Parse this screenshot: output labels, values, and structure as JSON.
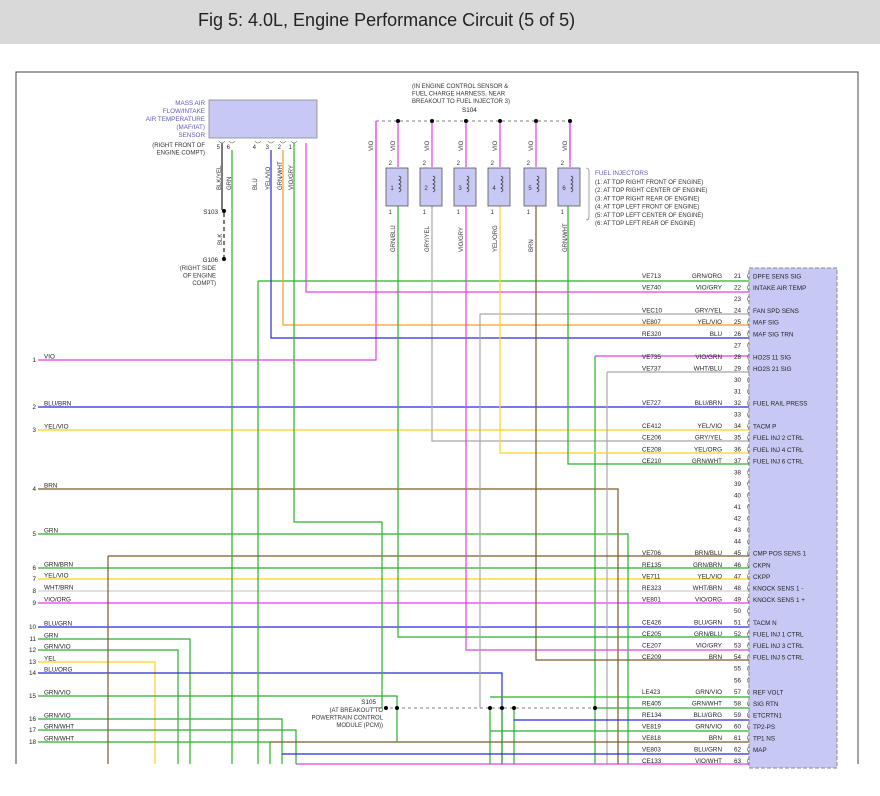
{
  "header": {
    "title": "Fig 5: 4.0L, Engine Performance Circuit (5 of 5)"
  },
  "colors": {
    "pcm_fill": "#c8c8f4",
    "title_bar_bg": "#d9d9d9",
    "VIO": "#e23ee6",
    "BLU": "#2a2ad6",
    "YEL": "#ffd020",
    "BRN": "#7a5a2c",
    "GRN": "#2cae2c",
    "GRY": "#a8a8a8",
    "ORG": "#ff9a1a",
    "WHT": "#cfcfcf",
    "BLK": "#222222"
  },
  "maf_sensor": {
    "name": "MASS AIR\nFLOW/INTAKE\nAIR TEMPERATURE\n(MAF/IAT)\nSENSOR",
    "location": "(RIGHT FRONT OF\nENGINE COMPT)",
    "pins": [
      "5",
      "6",
      "4",
      "3",
      "2",
      "1"
    ],
    "wires": [
      "BLK/YEL",
      "GRN",
      "BLU",
      "YEL/VIO",
      "GRN/WHT",
      "VIO/GRY"
    ]
  },
  "splices": {
    "s103": "S103",
    "s104": "S104",
    "s105": "S105",
    "s104_note": "(IN ENGINE CONTROL SENSOR &\nFUEL CHARGE HARNESS, NEAR\nBREAKOUT TO FUEL INJECTOR 3)",
    "s105_note": "(AT BREAKOUT TO\nPOWERTRAIN CONTROL\nMODULE (PCM))"
  },
  "ground": {
    "label": "G106",
    "wire": "BLK",
    "location": "(RIGHT SIDE\nOF ENGINE\nCOMPT)"
  },
  "injectors": {
    "title": "FUEL INJECTORS",
    "locations": [
      "(1: AT TOP RIGHT FRONT OF ENGINE)",
      "(2: AT TOP RIGHT CENTER OF ENGINE)",
      "(3: AT TOP RIGHT REAR OF ENGINE)",
      "(4: AT TOP LEFT FRONT OF ENGINE)",
      "(5: AT TOP LEFT CENTER OF ENGINE)",
      "(6: AT TOP LEFT REAR OF ENGINE)"
    ],
    "items": [
      {
        "num": "1",
        "top_wire": "VIO",
        "bottom_wire": "GRN/BLU",
        "pin_top": "2",
        "pin_bottom": "1"
      },
      {
        "num": "2",
        "top_wire": "VIO",
        "bottom_wire": "GRY/YEL",
        "pin_top": "2",
        "pin_bottom": "1"
      },
      {
        "num": "3",
        "top_wire": "VIO",
        "bottom_wire": "VIO/GRY",
        "pin_top": "2",
        "pin_bottom": "1"
      },
      {
        "num": "4",
        "top_wire": "VIO",
        "bottom_wire": "YEL/ORG",
        "pin_top": "2",
        "pin_bottom": "1"
      },
      {
        "num": "5",
        "top_wire": "VIO",
        "bottom_wire": "BRN",
        "pin_top": "2",
        "pin_bottom": "1"
      },
      {
        "num": "6",
        "top_wire": "VIO",
        "bottom_wire": "GRN/WHT",
        "pin_top": "2",
        "pin_bottom": "1"
      }
    ],
    "feed_wire": "VIO"
  },
  "left_circuits": [
    {
      "num": "1",
      "color": "VIO"
    },
    {
      "num": "2",
      "color": "BLU/BRN"
    },
    {
      "num": "3",
      "color": "YEL/VIO"
    },
    {
      "num": "4",
      "color": "BRN"
    },
    {
      "num": "5",
      "color": "GRN"
    },
    {
      "num": "6",
      "color": "GRN/BRN"
    },
    {
      "num": "7",
      "color": "YEL/VIO"
    },
    {
      "num": "8",
      "color": "WHT/BRN"
    },
    {
      "num": "9",
      "color": "VIO/ORG"
    },
    {
      "num": "10",
      "color": "BLU/GRN"
    },
    {
      "num": "11",
      "color": "GRN"
    },
    {
      "num": "12",
      "color": "GRN/VIO"
    },
    {
      "num": "13",
      "color": "YEL"
    },
    {
      "num": "14",
      "color": "BLU/ORG"
    },
    {
      "num": "15",
      "color": "GRN/VIO"
    },
    {
      "num": "16",
      "color": "GRN/VIO"
    },
    {
      "num": "17",
      "color": "GRN/WHT"
    },
    {
      "num": "18",
      "color": "GRN/WHT"
    }
  ],
  "pcm_pins": [
    {
      "pin": "21",
      "circuit": "VE713",
      "color": "GRN/ORG",
      "function": "DPFE SENS SIG"
    },
    {
      "pin": "22",
      "circuit": "VE740",
      "color": "VIO/GRY",
      "function": "INTAKE AIR TEMP"
    },
    {
      "pin": "23",
      "circuit": "",
      "color": "",
      "function": ""
    },
    {
      "pin": "24",
      "circuit": "VEC10",
      "color": "GRY/YEL",
      "function": "FAN SPD SENS"
    },
    {
      "pin": "25",
      "circuit": "VE807",
      "color": "YEL/VIO",
      "function": "MAF SIG"
    },
    {
      "pin": "26",
      "circuit": "RE320",
      "color": "BLU",
      "function": "MAF SIG TRN"
    },
    {
      "pin": "27",
      "circuit": "",
      "color": "",
      "function": ""
    },
    {
      "pin": "28",
      "circuit": "VE735",
      "color": "VIO/GRN",
      "function": "HO2S 11 SIG"
    },
    {
      "pin": "29",
      "circuit": "VE737",
      "color": "WHT/BLU",
      "function": "HO2S 21 SIG"
    },
    {
      "pin": "30",
      "circuit": "",
      "color": "",
      "function": ""
    },
    {
      "pin": "31",
      "circuit": "",
      "color": "",
      "function": ""
    },
    {
      "pin": "32",
      "circuit": "VE727",
      "color": "BLU/BRN",
      "function": "FUEL RAIL PRESS"
    },
    {
      "pin": "33",
      "circuit": "",
      "color": "",
      "function": ""
    },
    {
      "pin": "34",
      "circuit": "CE412",
      "color": "YEL/VIO",
      "function": "TACM P"
    },
    {
      "pin": "35",
      "circuit": "CE206",
      "color": "GRY/YEL",
      "function": "FUEL INJ 2 CTRL"
    },
    {
      "pin": "36",
      "circuit": "CE208",
      "color": "YEL/ORG",
      "function": "FUEL INJ 4 CTRL"
    },
    {
      "pin": "37",
      "circuit": "CE210",
      "color": "GRN/WHT",
      "function": "FUEL INJ 6 CTRL"
    },
    {
      "pin": "38",
      "circuit": "",
      "color": "",
      "function": ""
    },
    {
      "pin": "39",
      "circuit": "",
      "color": "",
      "function": ""
    },
    {
      "pin": "40",
      "circuit": "",
      "color": "",
      "function": ""
    },
    {
      "pin": "41",
      "circuit": "",
      "color": "",
      "function": ""
    },
    {
      "pin": "42",
      "circuit": "",
      "color": "",
      "function": ""
    },
    {
      "pin": "43",
      "circuit": "",
      "color": "",
      "function": ""
    },
    {
      "pin": "44",
      "circuit": "",
      "color": "",
      "function": ""
    },
    {
      "pin": "45",
      "circuit": "VE706",
      "color": "BRN/BLU",
      "function": "CMP POS SENS 1"
    },
    {
      "pin": "46",
      "circuit": "RE135",
      "color": "GRN/BRN",
      "function": "CKPN"
    },
    {
      "pin": "47",
      "circuit": "VE711",
      "color": "YEL/VIO",
      "function": "CKPP"
    },
    {
      "pin": "48",
      "circuit": "RE323",
      "color": "WHT/BRN",
      "function": "KNOCK SENS 1 -"
    },
    {
      "pin": "49",
      "circuit": "VE801",
      "color": "VIO/ORG",
      "function": "KNOCK SENS 1 +"
    },
    {
      "pin": "50",
      "circuit": "",
      "color": "",
      "function": ""
    },
    {
      "pin": "51",
      "circuit": "CE426",
      "color": "BLU/GRN",
      "function": "TACM N"
    },
    {
      "pin": "52",
      "circuit": "CE205",
      "color": "GRN/BLU",
      "function": "FUEL INJ 1 CTRL"
    },
    {
      "pin": "53",
      "circuit": "CE207",
      "color": "VIO/GRY",
      "function": "FUEL INJ 3 CTRL"
    },
    {
      "pin": "54",
      "circuit": "CE209",
      "color": "BRN",
      "function": "FUEL INJ 5 CTRL"
    },
    {
      "pin": "55",
      "circuit": "",
      "color": "",
      "function": ""
    },
    {
      "pin": "56",
      "circuit": "",
      "color": "",
      "function": ""
    },
    {
      "pin": "57",
      "circuit": "LE423",
      "color": "GRN/VIO",
      "function": "REF VOLT"
    },
    {
      "pin": "58",
      "circuit": "RE405",
      "color": "GRN/WHT",
      "function": "SIG RTN"
    },
    {
      "pin": "59",
      "circuit": "RE134",
      "color": "BLU/GRG",
      "function": "ETCRTN1"
    },
    {
      "pin": "60",
      "circuit": "VE819",
      "color": "GRN/VIO",
      "function": "TP2-PS"
    },
    {
      "pin": "61",
      "circuit": "VE818",
      "color": "BRN",
      "function": "TP1 NS"
    },
    {
      "pin": "62",
      "circuit": "VE803",
      "color": "BLU/GRN",
      "function": "MAP"
    },
    {
      "pin": "63",
      "circuit": "CE133",
      "color": "VIO/WHT",
      "function": ""
    }
  ]
}
